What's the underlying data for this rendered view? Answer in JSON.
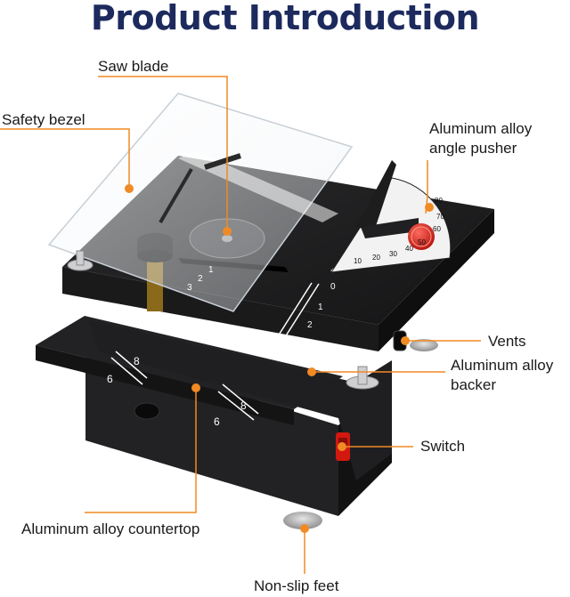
{
  "title": "Product Introduction",
  "accent_color": "#f08a24",
  "labels": {
    "saw_blade": "Saw blade",
    "safety_bezel": "Safety bezel",
    "angle_pusher_line1": "Aluminum alloy",
    "angle_pusher_line2": "angle pusher",
    "vents": "Vents",
    "backer_line1": "Aluminum alloy",
    "backer_line2": "backer",
    "switch": "Switch",
    "countertop": "Aluminum alloy countertop",
    "feet": "Non-slip feet"
  },
  "scale_marks": {
    "protractor": [
      "10",
      "20",
      "30",
      "40",
      "50",
      "60",
      "70",
      "80"
    ],
    "table_ruler": [
      "0",
      "1",
      "2",
      "3"
    ],
    "fence_ruler": [
      "6",
      "8"
    ],
    "front_ruler": [
      "6",
      "8"
    ],
    "guard_ruler": [
      "1",
      "2",
      "3"
    ]
  }
}
